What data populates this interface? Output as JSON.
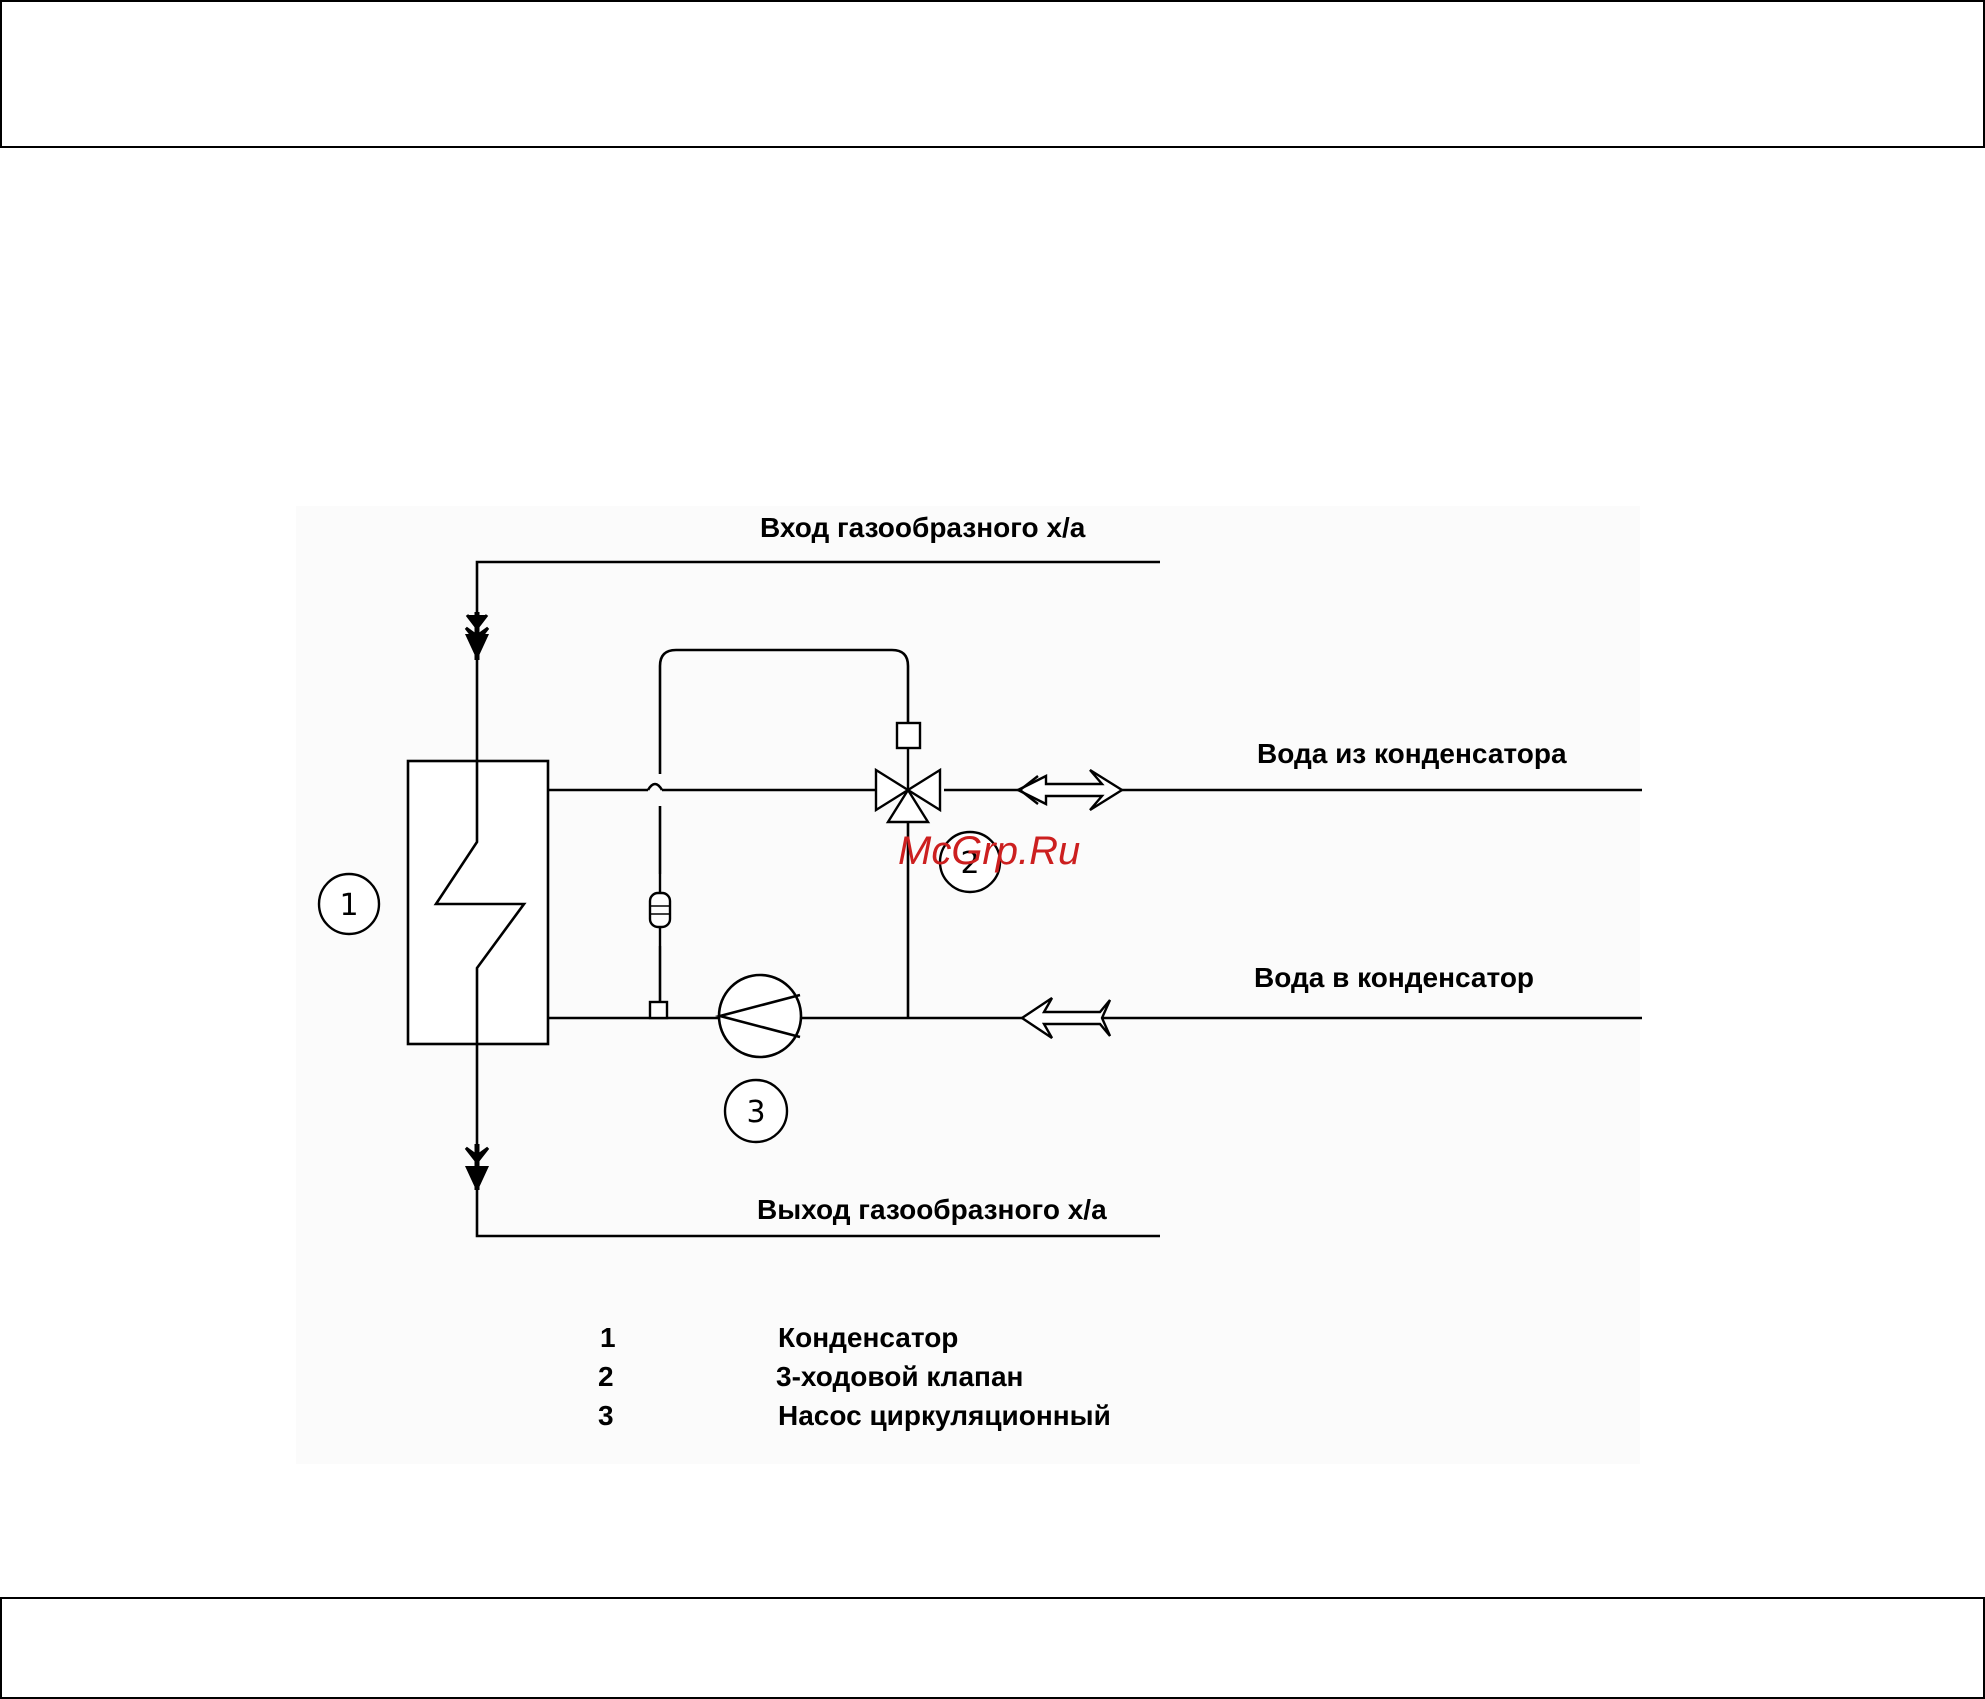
{
  "diagram": {
    "labels": {
      "gas_inlet": "Вход газообразного х/а",
      "gas_outlet": "Выход газообразного х/а",
      "water_out": "Вода из конденсатора",
      "water_in": "Вода в конденсатор"
    },
    "markers": {
      "condenser": "1",
      "valve": "2",
      "pump": "3"
    },
    "watermark": "McGrp.Ru"
  },
  "legend": [
    {
      "number": "1",
      "text": "Конденсатор"
    },
    {
      "number": "2",
      "text": "3-ходовой клапан"
    },
    {
      "number": "3",
      "text": "Насос циркуляционный"
    }
  ]
}
